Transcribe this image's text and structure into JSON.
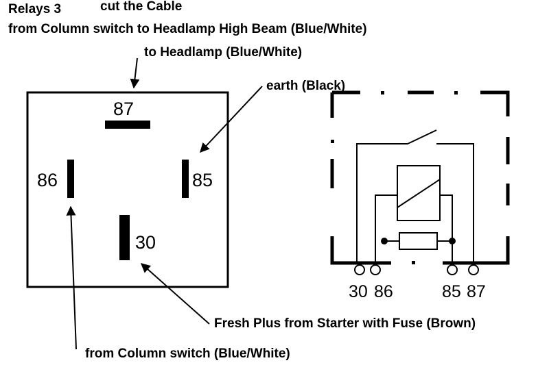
{
  "header": {
    "title": "Relays 3",
    "instruction": "cut the Cable",
    "subtitle": "from Column switch to Headlamp High Beam (Blue/White)"
  },
  "annotations": {
    "to_headlamp": "to Headlamp (Blue/White)",
    "earth": "earth (Black)",
    "fresh_plus": "Fresh Plus from Starter with Fuse (Brown)",
    "from_column": "from Column switch (Blue/White)"
  },
  "relay_pins": {
    "p87": "87",
    "p86": "86",
    "p85": "85",
    "p30": "30"
  },
  "schematic_pins": {
    "s30": "30",
    "s86": "86",
    "s85": "85",
    "s87": "87"
  },
  "colors": {
    "ink": "#000000",
    "background": "#ffffff"
  }
}
